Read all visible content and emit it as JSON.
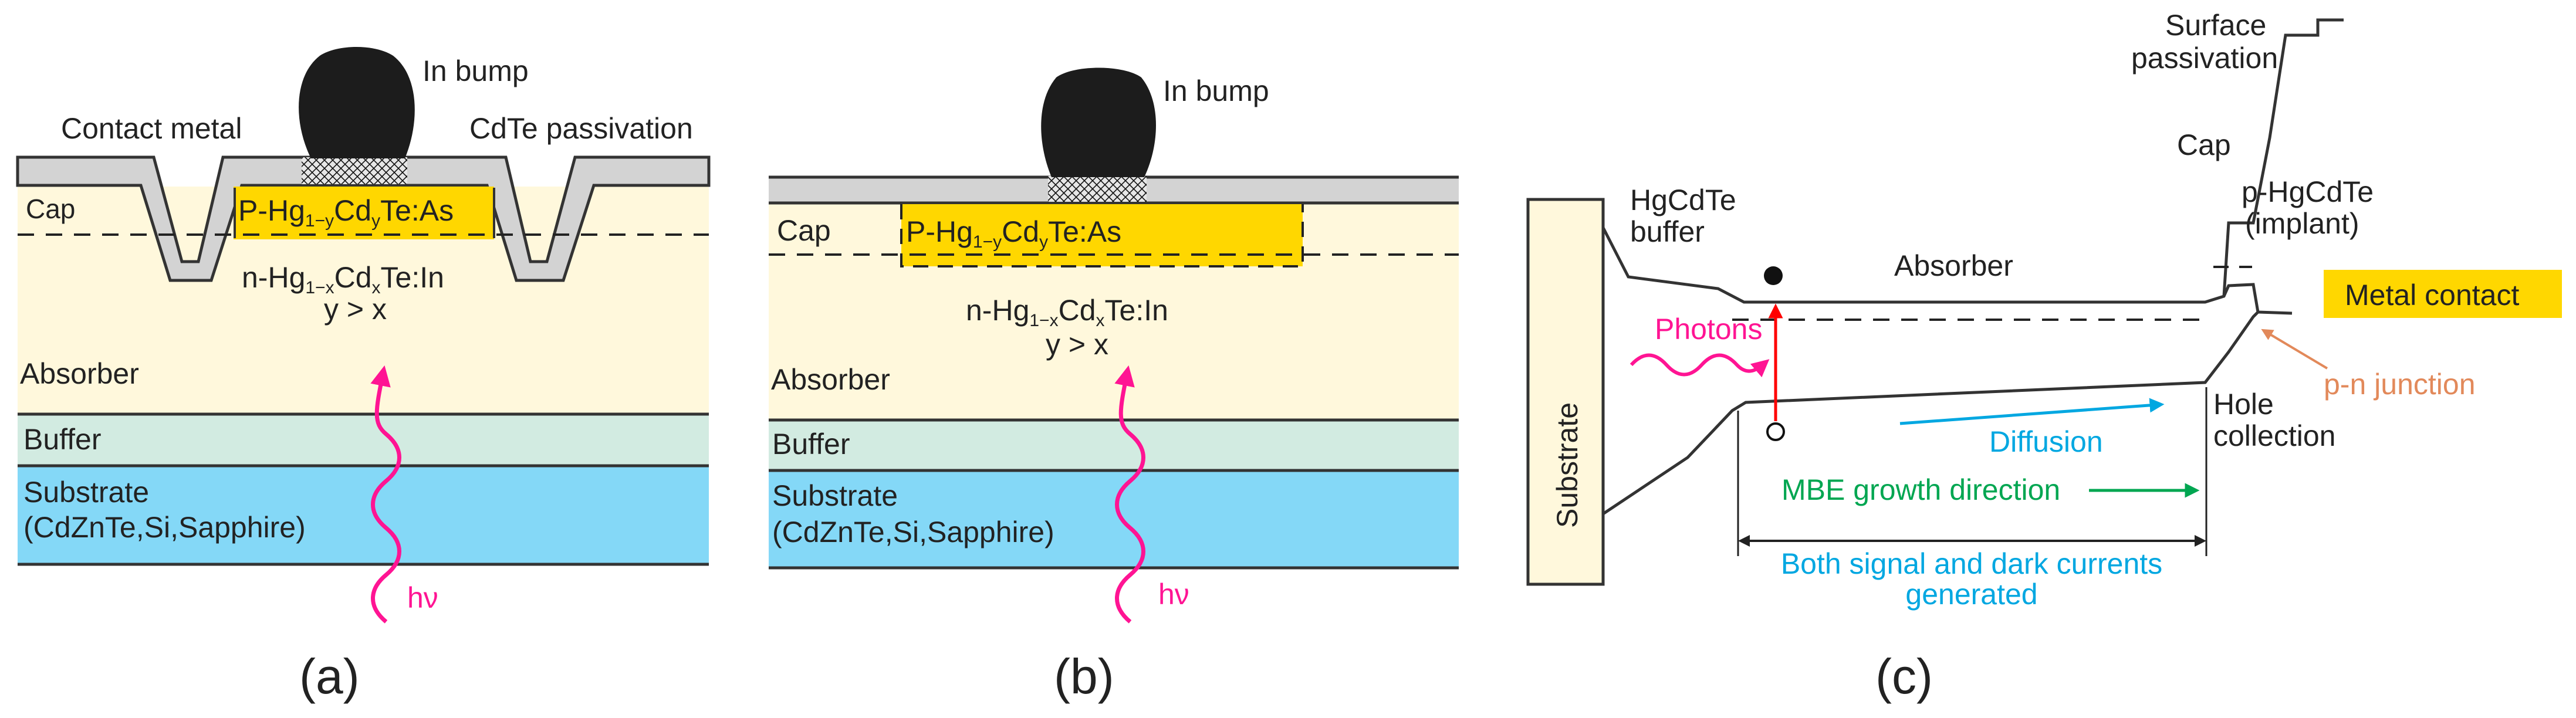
{
  "panel_a": {
    "in_bump": "In bump",
    "contact_metal": "Contact metal",
    "cdte_passivation": "CdTe passivation",
    "cap": "Cap",
    "p_layer": {
      "a": "P-Hg",
      "b": "1−y",
      "c": "Cd",
      "d": "y",
      "e": "Te:As"
    },
    "n_layer": {
      "a": "n-Hg",
      "b": "1−x",
      "c": "Cd",
      "d": "x",
      "e": "Te:In"
    },
    "y_gt_x": "y > x",
    "absorber": "Absorber",
    "buffer": "Buffer",
    "substrate_line1": "Substrate",
    "substrate_line2": "(CdZnTe,Si,Sapphire)",
    "hv": "hν",
    "caption": "(a)"
  },
  "panel_b": {
    "in_bump": "In bump",
    "cap": "Cap",
    "p_layer": {
      "a": "P-Hg",
      "b": "1−y",
      "c": "Cd",
      "d": "y",
      "e": "Te:As"
    },
    "n_layer": {
      "a": "n-Hg",
      "b": "1−x",
      "c": "Cd",
      "d": "x",
      "e": "Te:In"
    },
    "y_gt_x": "y > x",
    "absorber": "Absorber",
    "buffer": "Buffer",
    "substrate_line1": "Substrate",
    "substrate_line2": "(CdZnTe,Si,Sapphire)",
    "hv": "hν",
    "caption": "(b)"
  },
  "panel_c": {
    "substrate": "Substrate",
    "hgcdte_buffer_line1": "HgCdTe",
    "hgcdte_buffer_line2": "buffer",
    "absorber": "Absorber",
    "surface_passivation_line1": "Surface",
    "surface_passivation_line2": "passivation",
    "cap": "Cap",
    "p_hgcdte_line1": "p-HgCdTe",
    "p_hgcdte_line2": "(implant)",
    "metal_contact": "Metal contact",
    "p_n_junction": "p-n junction",
    "photons": "Photons",
    "diffusion": "Diffusion",
    "hole_collection_line1": "Hole",
    "hole_collection_line2": "collection",
    "mbe_growth": "MBE growth direction",
    "currents_line1": "Both signal and dark currents",
    "currents_line2": "generated",
    "caption": "(c)"
  },
  "colors": {
    "cream": "#FFF8DC",
    "buffer_green": "#D2EBE1",
    "substrate_blue": "#84D8F7",
    "gray_layer": "#D3D3D3",
    "p_yellow": "#FFD700",
    "magenta": "#FF1493",
    "red": "#FF0000",
    "cyan_text": "#00A7E1",
    "green_text": "#00A651",
    "orange_text": "#E2895A"
  }
}
